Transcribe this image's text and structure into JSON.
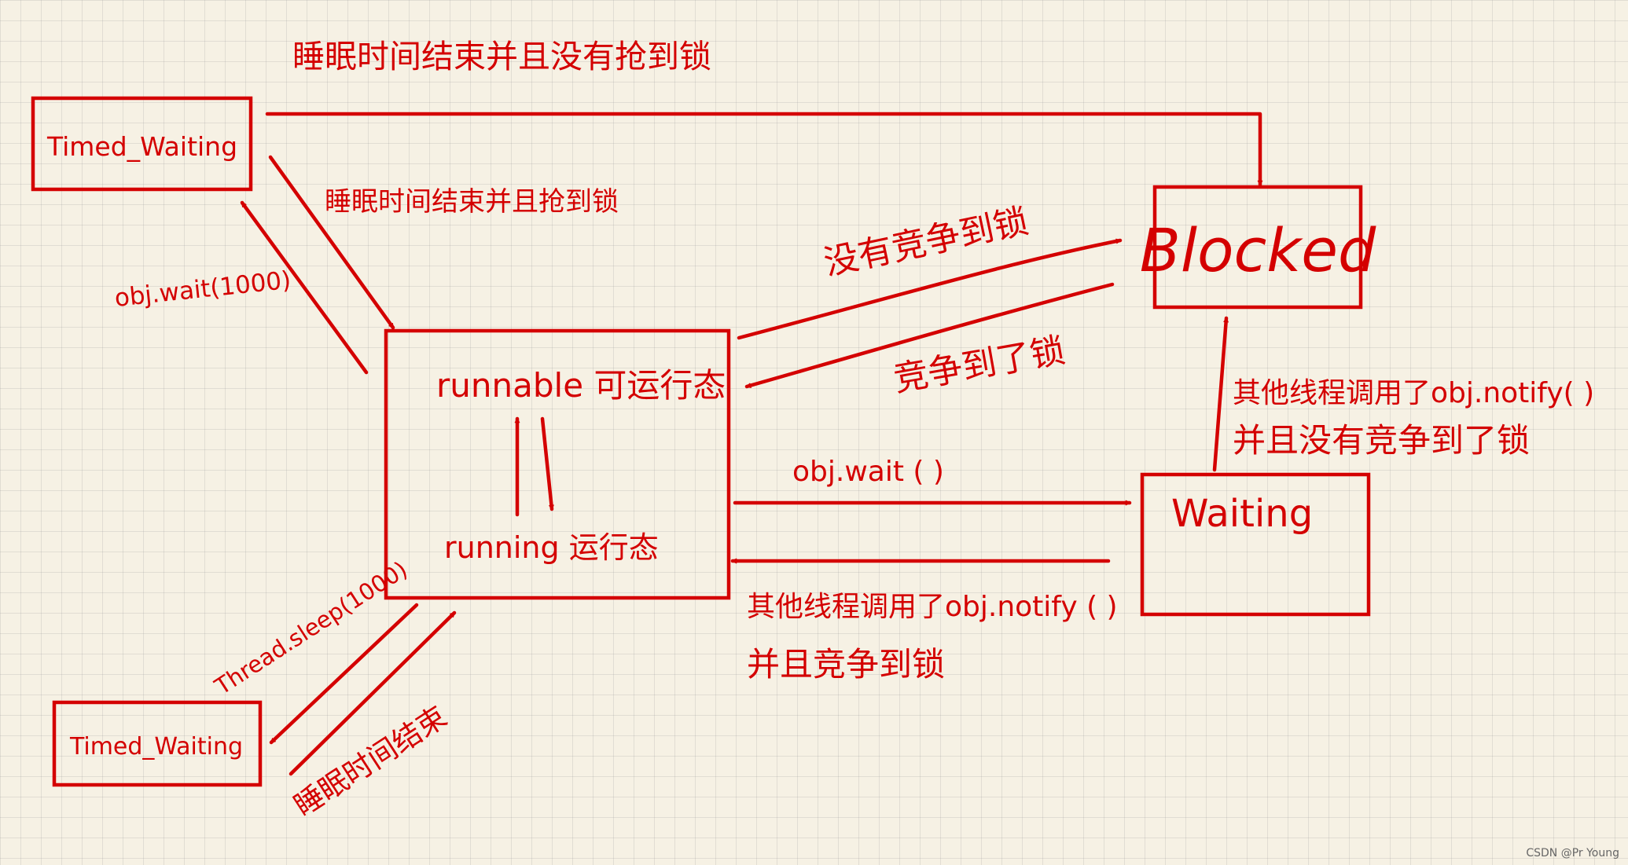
{
  "states": {
    "timed_waiting_top": "Timed_Waiting",
    "blocked": "Blocked",
    "runnable": "runnable 可运行态",
    "running": "running 运行态",
    "waiting": "Waiting",
    "timed_waiting_bottom": "Timed_Waiting"
  },
  "transitions": {
    "sleep_end_no_lock": "睡眠时间结束并且没有抢到锁",
    "sleep_end_got_lock": "睡眠时间结束并且抢到锁",
    "obj_wait_1000": "obj.wait(1000)",
    "no_lock_competed": "没有竞争到锁",
    "competed_lock": "竞争到了锁",
    "obj_wait": "obj.wait ( )",
    "notify_and_lock_line1": "其他线程调用了obj.notify ( )",
    "notify_and_lock_line2": "并且竞争到锁",
    "notify_no_lock_line1": "其他线程调用了obj.notify( )",
    "notify_no_lock_line2": "并且没有竞争到了锁",
    "thread_sleep_1000": "Thread.sleep(1000)",
    "sleep_end": "睡眠时间结束"
  },
  "watermark": "CSDN @Pr Young",
  "colors": {
    "ink": "#d40000",
    "paper": "#f6f1e4"
  }
}
